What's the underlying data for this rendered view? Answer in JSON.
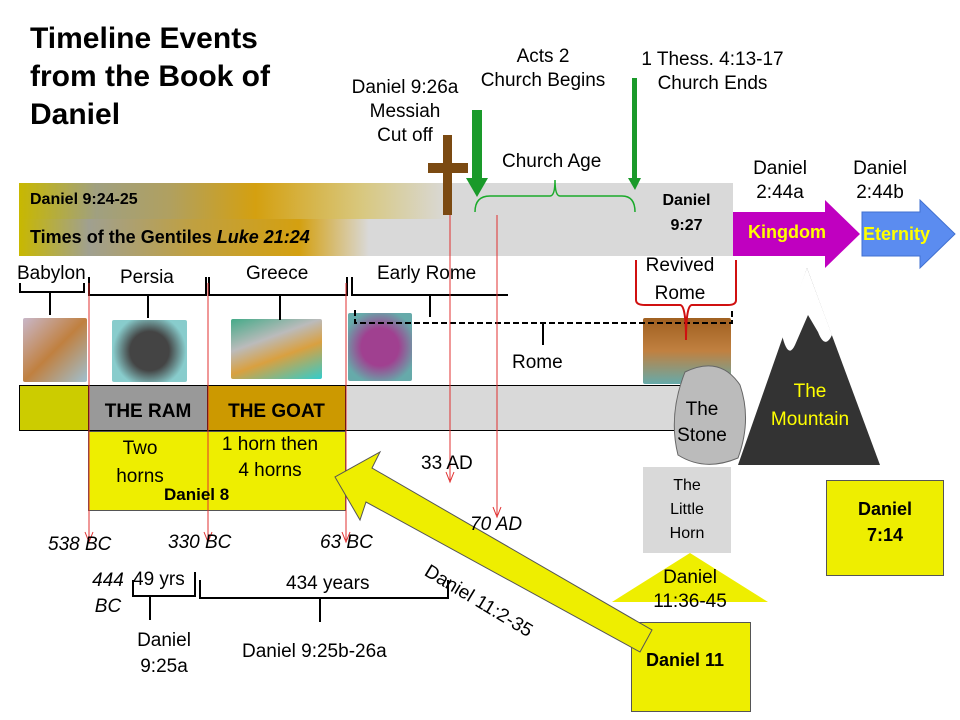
{
  "title": [
    "Timeline Events",
    "from the Book of",
    "Daniel"
  ],
  "top_labels": {
    "messiah": [
      "Daniel 9:26a",
      "Messiah",
      "Cut off"
    ],
    "acts": [
      "Acts 2",
      "Church Begins"
    ],
    "thess": [
      "1 Thess. 4:13-17",
      "Church Ends"
    ],
    "church_age": "Church Age",
    "dan244a": [
      "Daniel",
      "2:44a"
    ],
    "dan244b": [
      "Daniel",
      "2:44b"
    ]
  },
  "band": {
    "ref": "Daniel 9:24-25",
    "gentiles": "Times of the Gentiles ",
    "luke": "Luke 21:24",
    "d927": [
      "Daniel",
      "9:27"
    ]
  },
  "arrows": {
    "kingdom": "Kingdom",
    "eternity": "Eternity"
  },
  "empires": {
    "babylon": "Babylon",
    "persia": "Persia",
    "greece": "Greece",
    "early_rome": "Early Rome",
    "rome": "Rome",
    "revived": [
      "Revived",
      "Rome"
    ]
  },
  "low_band": {
    "ram": "THE RAM",
    "goat": "THE GOAT"
  },
  "daniel8": {
    "two": [
      "Two",
      "horns"
    ],
    "one": [
      "1 horn then",
      "4 horns"
    ],
    "ref": "Daniel 8"
  },
  "stone": [
    "The",
    "Stone"
  ],
  "mountain": [
    "The",
    "Mountain"
  ],
  "little_horn": [
    "The",
    "Little",
    "Horn"
  ],
  "d1136": [
    "Daniel",
    "11:36-45"
  ],
  "d714": [
    "Daniel",
    "7:14"
  ],
  "d11": "Daniel 11",
  "d1122": "Daniel 11:2-35",
  "dates": {
    "bc538": "538 BC",
    "bc330": "330 BC",
    "bc63": "63 BC",
    "ad33": "33 AD",
    "ad70": "70 AD",
    "bc444": [
      "444",
      "BC"
    ],
    "yrs49": "49 yrs",
    "yrs434": "434 years"
  },
  "bottom": {
    "d925a": [
      "Daniel",
      "9:25a"
    ],
    "d925b": "Daniel 9:25b-26a"
  },
  "colors": {
    "kingdom": "#c000c0",
    "eternity": "#5b8cf0",
    "yellow_text": "#ffff00",
    "scroll": "#eeee00",
    "goat": "#cc9900",
    "ram": "#999999"
  }
}
